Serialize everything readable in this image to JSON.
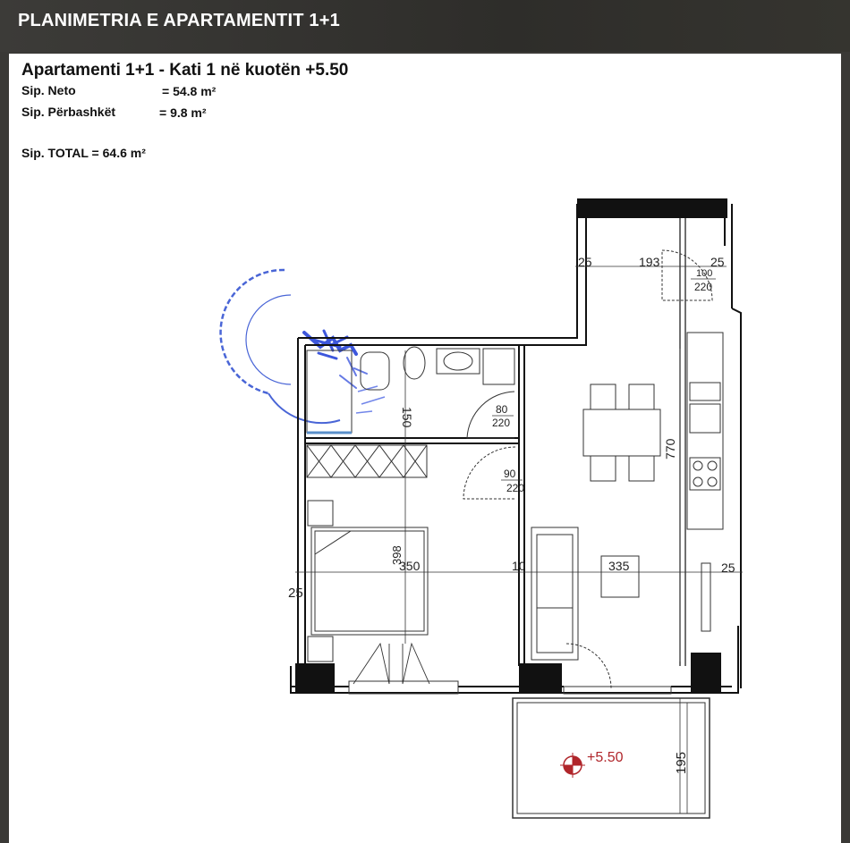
{
  "header": {
    "title": "PLANIMETRIA E APARTAMENTIT 1+1"
  },
  "info": {
    "title": "Apartamenti  1+1 - Kati 1 në kuotën +5.50",
    "neto_label": "Sip. Neto",
    "neto_value": "= 54.8 m²",
    "common_label": "Sip. Përbashkët",
    "common_value": "= 9.8 m²",
    "total": "Sip. TOTAL = 64.6 m²"
  },
  "plan": {
    "dimensions": {
      "top_left": "25",
      "top_width": "193",
      "top_right": "25",
      "bath_height": "150",
      "bed_height": "398",
      "bed_width": "350",
      "partition": "10",
      "living_width": "335",
      "right_wall": "25",
      "left_wall": "25",
      "living_depth": "770",
      "balcony_depth": "195"
    },
    "doors": {
      "entrance": {
        "width": "100",
        "height": "220"
      },
      "bathroom": {
        "width": "80",
        "height": "220"
      },
      "bedroom": {
        "width": "90",
        "height": "220"
      }
    },
    "level": "+5.50",
    "colors": {
      "wall": "#111111",
      "line": "#333333",
      "stamp": "#2a4bd0",
      "level_mark": "#b0262b"
    }
  }
}
